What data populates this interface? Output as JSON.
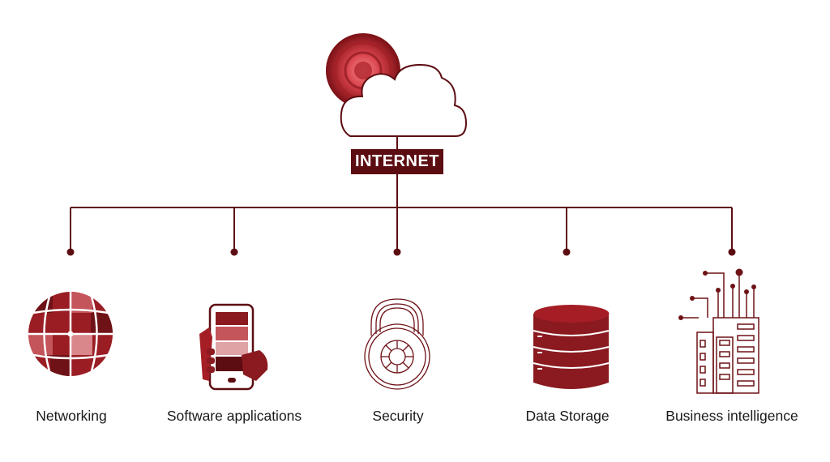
{
  "hub": {
    "label": "INTERNET",
    "icon": "cloud-icon"
  },
  "colors": {
    "primary": "#5c0d12",
    "accent": "#c0393b",
    "mid": "#8a1a1f",
    "light": "#d9878a",
    "text": "#1a1a1a"
  },
  "nodes": [
    {
      "label": "Networking",
      "icon": "globe-icon"
    },
    {
      "label": "Software applications",
      "icon": "mobile-phone-icon"
    },
    {
      "label": "Security",
      "icon": "padlock-icon"
    },
    {
      "label": "Data Storage",
      "icon": "database-icon"
    },
    {
      "label": "Business intelligence",
      "icon": "buildings-icon"
    }
  ]
}
